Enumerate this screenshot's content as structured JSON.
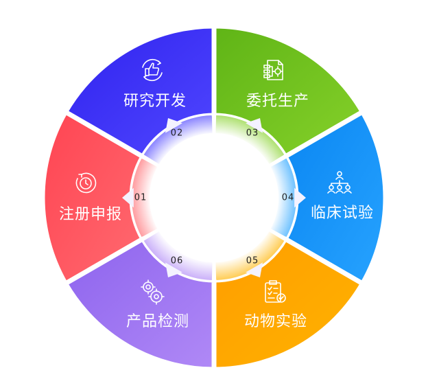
{
  "segments": [
    {
      "number": "01",
      "label": "注册申报",
      "icon": "clock-refresh-icon",
      "color": "#ff4452",
      "color2": "#ff6a70"
    },
    {
      "number": "02",
      "label": "研究开发",
      "icon": "thumbs-up-icon",
      "color": "#2f22ee",
      "color2": "#5047ff"
    },
    {
      "number": "03",
      "label": "委托生产",
      "icon": "document-gear-icon",
      "color": "#5fb416",
      "color2": "#86d12a"
    },
    {
      "number": "04",
      "label": "临床试验",
      "icon": "people-hierarchy-icon",
      "color": "#0a86f2",
      "color2": "#27a3ff"
    },
    {
      "number": "05",
      "label": "动物实验",
      "icon": "clipboard-check-icon",
      "color": "#ff9d00",
      "color2": "#ffb300"
    },
    {
      "number": "06",
      "label": "产品检测",
      "icon": "gears-icon",
      "color": "#8d63ee",
      "color2": "#b089f6"
    }
  ]
}
